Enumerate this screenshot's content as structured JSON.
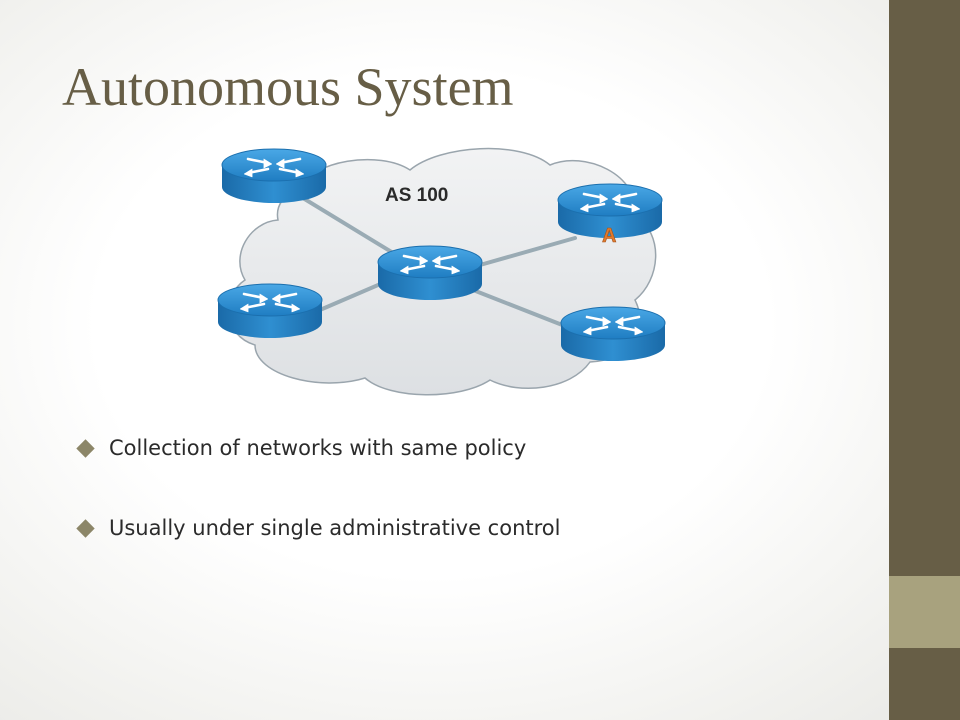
{
  "slide": {
    "title": "Autonomous System"
  },
  "diagram": {
    "as_label": "AS 100",
    "router_marker": "A",
    "router_icon": "router-icon",
    "colors": {
      "cloud_fill": "#e6e8ea",
      "cloud_stroke": "#9aa5ad",
      "router_top": "#2f8fd1",
      "router_side": "#1a6aa8",
      "link": "#8fa1ab",
      "marker": "#e07a2e"
    }
  },
  "bullets": [
    {
      "icon": "diamond-bullet-icon",
      "text": "Collection of networks with same policy"
    },
    {
      "icon": "diamond-bullet-icon",
      "text": "Usually under single administrative control"
    }
  ],
  "theme": {
    "title_color": "#675e46",
    "sidebar_dark": "#675e46",
    "sidebar_light": "#a8a27e"
  }
}
